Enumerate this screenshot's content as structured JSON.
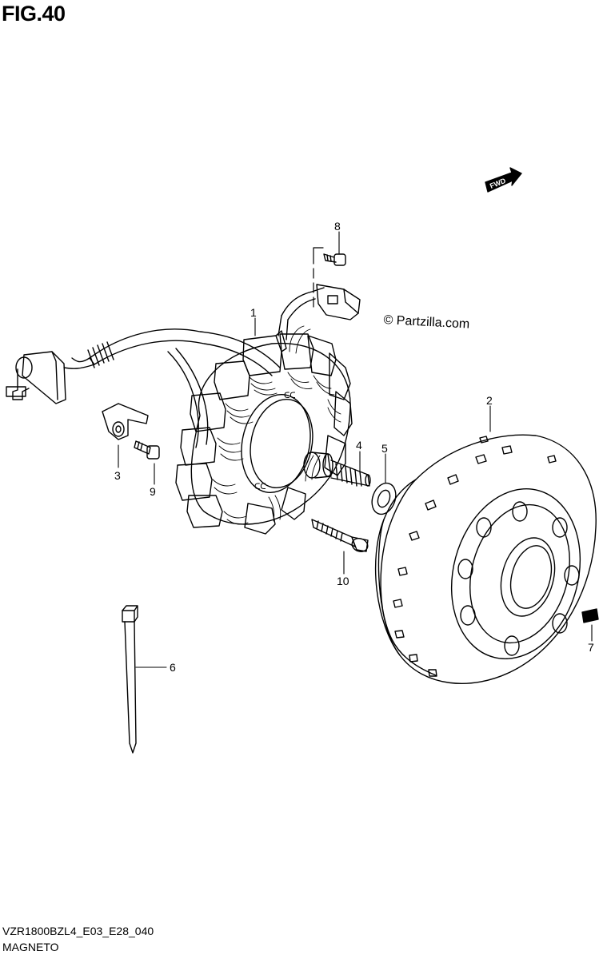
{
  "figure_title": "FIG.40",
  "model_code": "VZR1800BZL4_E03_E28_040",
  "section_name": "MAGNETO",
  "watermark": "© Partzilla.com",
  "direction_marker": "FWD",
  "callouts": {
    "c1": "1",
    "c2": "2",
    "c3": "3",
    "c4": "4",
    "c5": "5",
    "c6": "6",
    "c7": "7",
    "c8": "8",
    "c9": "9",
    "c10": "10"
  },
  "icons": {
    "stator": "stator-coil-assembly",
    "rotor": "magneto-rotor",
    "fwd": "forward-arrow-icon"
  }
}
